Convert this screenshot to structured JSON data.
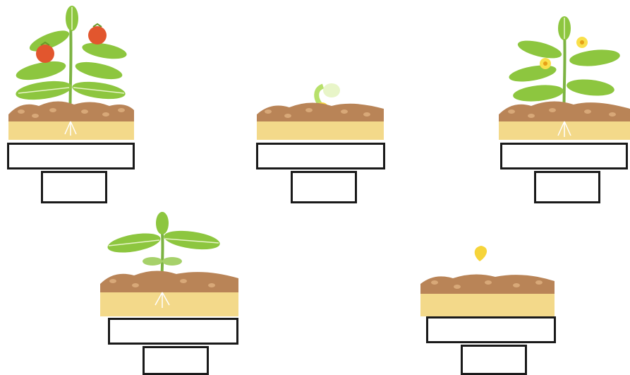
{
  "stages": [
    {
      "id": "fruiting-plant",
      "name_text": "",
      "number_text": ""
    },
    {
      "id": "germinating-seed",
      "name_text": "",
      "number_text": ""
    },
    {
      "id": "flowering-plant",
      "name_text": "",
      "number_text": ""
    },
    {
      "id": "seedling",
      "name_text": "",
      "number_text": ""
    },
    {
      "id": "seed",
      "name_text": "",
      "number_text": ""
    }
  ],
  "colors": {
    "soil_base": "#f3d98a",
    "soil_top": "#b98457",
    "leaf": "#8dc63f",
    "leaf_vein": "#e8f5c8",
    "stem": "#7cb342",
    "tomato": "#e2562e",
    "flower": "#f9e04b",
    "seed": "#f6d43a",
    "root": "#ffffff",
    "box_border": "#1a1a1a"
  }
}
